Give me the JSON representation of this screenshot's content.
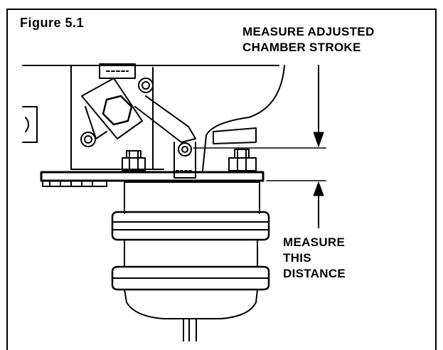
{
  "figure": {
    "title": "Figure 5.1"
  },
  "callouts": {
    "top": {
      "line1": "MEASURE ADJUSTED",
      "line2": "CHAMBER STROKE"
    },
    "bottom": {
      "line1": "MEASURE",
      "line2": "THIS",
      "line3": "DISTANCE"
    }
  },
  "colors": {
    "ink": "#000000",
    "paper": "#ffffff"
  }
}
